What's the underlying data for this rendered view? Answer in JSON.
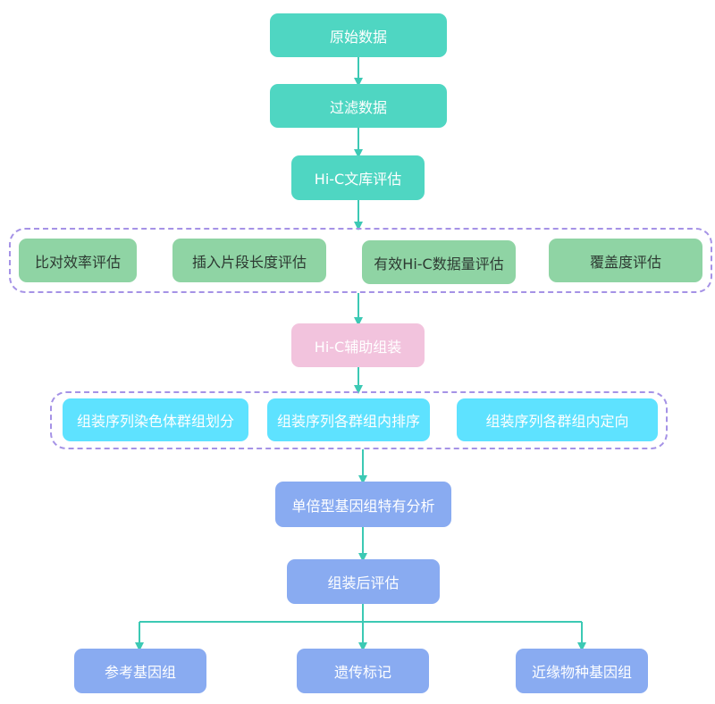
{
  "nodes": {
    "raw_data": "原始数据",
    "filter_data": "过滤数据",
    "hic_library_eval": "Hi-C文库评估",
    "eval_group": {
      "comparison_efficiency": "比对效率评估",
      "insert_fragment_length": "插入片段长度评估",
      "effective_hic_volume": "有效Hi-C数据量评估",
      "coverage": "覆盖度评估"
    },
    "hic_assisted_assembly": "Hi-C辅助组装",
    "assembly_group": {
      "chromosome_grouping": "组装序列染色体群组划分",
      "intra_group_sorting": "组装序列各群组内排序",
      "intra_group_orientation": "组装序列各群组内定向"
    },
    "haplotype_analysis": "单倍型基因组特有分析",
    "post_assembly_eval": "组装后评估",
    "outputs": {
      "reference_genome": "参考基因组",
      "genetic_marker": "遗传标记",
      "related_species_genome": "近缘物种基因组"
    }
  },
  "colors": {
    "connector": "#3cc9b4",
    "frame": "#a592e6",
    "teal": "#4fd6c2",
    "green": "#8fd4a4",
    "pink": "#f2c3dd",
    "cyan": "#5ee2ff",
    "blue": "#89abf1"
  }
}
